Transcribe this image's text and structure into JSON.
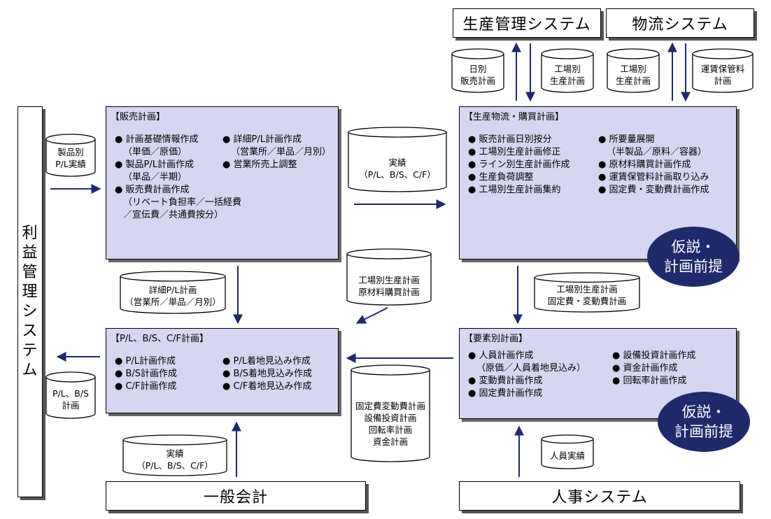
{
  "systems": {
    "profit": [
      "利",
      "益",
      "管",
      "理",
      "シ",
      "ス",
      "テ",
      "ム"
    ],
    "production": "生産管理システム",
    "logistics": "物流システム",
    "accounting": "一般会計",
    "hr": "人事システム"
  },
  "databases": {
    "daily_sales": [
      "日別",
      "販売計画"
    ],
    "factory_prod_a": [
      "工場別",
      "生産計画"
    ],
    "factory_prod_b": [
      "工場別",
      "生産計画"
    ],
    "freight": [
      "運賃保管料",
      "計画"
    ],
    "product_pl": [
      "製品別",
      "P/L実績"
    ],
    "actual_center": [
      "実績",
      "（P/L、B/S、C/F）"
    ],
    "factory_material": [
      "工場別生産計画",
      "原材料購買計画"
    ],
    "detail_pl": [
      "詳細P/L計画",
      "（営業所／単品／月別）"
    ],
    "factory_fixed": [
      "工場別生産計画",
      "固定費・変動費計画"
    ],
    "pl_bs": [
      "P/L、B/S",
      "計画"
    ],
    "element_plans": [
      "固定費変動費計画",
      "設備投資計画",
      "回転率計画",
      "資金計画"
    ],
    "actual_bottom": [
      "実績",
      "（P/L、B/S、C/F）"
    ],
    "hr_actual": [
      "人員実績"
    ]
  },
  "plans": {
    "sales": {
      "title": "【販売計画】",
      "col1": [
        {
          "t": "item",
          "v": "●  計画基礎情報作成"
        },
        {
          "t": "sub",
          "v": "（単価／原価）"
        },
        {
          "t": "item",
          "v": "●  製品P/L計画作成"
        },
        {
          "t": "sub",
          "v": "（単品／半期）"
        },
        {
          "t": "item",
          "v": "●  販売費計画作成"
        },
        {
          "t": "sub",
          "v": "（リベート負担率／一括経費"
        },
        {
          "t": "sub",
          "v": "／宣伝費／共通費按分）"
        }
      ],
      "col2": [
        {
          "t": "item",
          "v": "●  詳細P/L計画作成"
        },
        {
          "t": "sub",
          "v": "（営業所／単品／月別）"
        },
        {
          "t": "item",
          "v": "●  営業所売上調整"
        }
      ]
    },
    "production": {
      "title": "【生産物流・購買計画】",
      "col1": [
        {
          "t": "item",
          "v": "●  販売計画日別按分"
        },
        {
          "t": "item",
          "v": "●  工場別生産計画修正"
        },
        {
          "t": "item",
          "v": "●  ライン別生産計画作成"
        },
        {
          "t": "item",
          "v": "●  生産負荷調整"
        },
        {
          "t": "item",
          "v": "●  工場別生産計画集約"
        }
      ],
      "col2": [
        {
          "t": "item",
          "v": "●  所要量展開"
        },
        {
          "t": "sub",
          "v": "（半製品／原料／容器）"
        },
        {
          "t": "item",
          "v": "●  原材料購買計画作成"
        },
        {
          "t": "item",
          "v": "●  運賃保管料計画取り込み"
        },
        {
          "t": "item",
          "v": "●  固定費・変動費計画作成"
        }
      ]
    },
    "financial": {
      "title": "【P/L、B/S、C/F計画】",
      "col1": [
        {
          "t": "item",
          "v": "●  P/L計画作成"
        },
        {
          "t": "item",
          "v": "●  B/S計画作成"
        },
        {
          "t": "item",
          "v": "●  C/F計画作成"
        }
      ],
      "col2": [
        {
          "t": "item",
          "v": "●  P/L着地見込み作成"
        },
        {
          "t": "item",
          "v": "●  B/S着地見込み作成"
        },
        {
          "t": "item",
          "v": "●  C/F着地見込み作成"
        }
      ]
    },
    "element": {
      "title": "【要素別計画】",
      "col1": [
        {
          "t": "item",
          "v": "●  人員計画作成"
        },
        {
          "t": "sub",
          "v": "（原価／人員着地見込み）"
        },
        {
          "t": "item",
          "v": "●  変動費計画作成"
        },
        {
          "t": "item",
          "v": "●  固定費計画作成"
        }
      ],
      "col2": [
        {
          "t": "item",
          "v": "●  設備投資計画作成"
        },
        {
          "t": "item",
          "v": "●  資金計画作成"
        },
        {
          "t": "item",
          "v": "●  回転率計画作成"
        }
      ]
    }
  },
  "badges": {
    "production": [
      "仮説・",
      "計画前提"
    ],
    "element": [
      "仮説・",
      "計画前提"
    ]
  },
  "colors": {
    "plan_fill": "#d6d6f2",
    "arrow": "#1f2a6b",
    "badge": "#1f2a6b"
  }
}
